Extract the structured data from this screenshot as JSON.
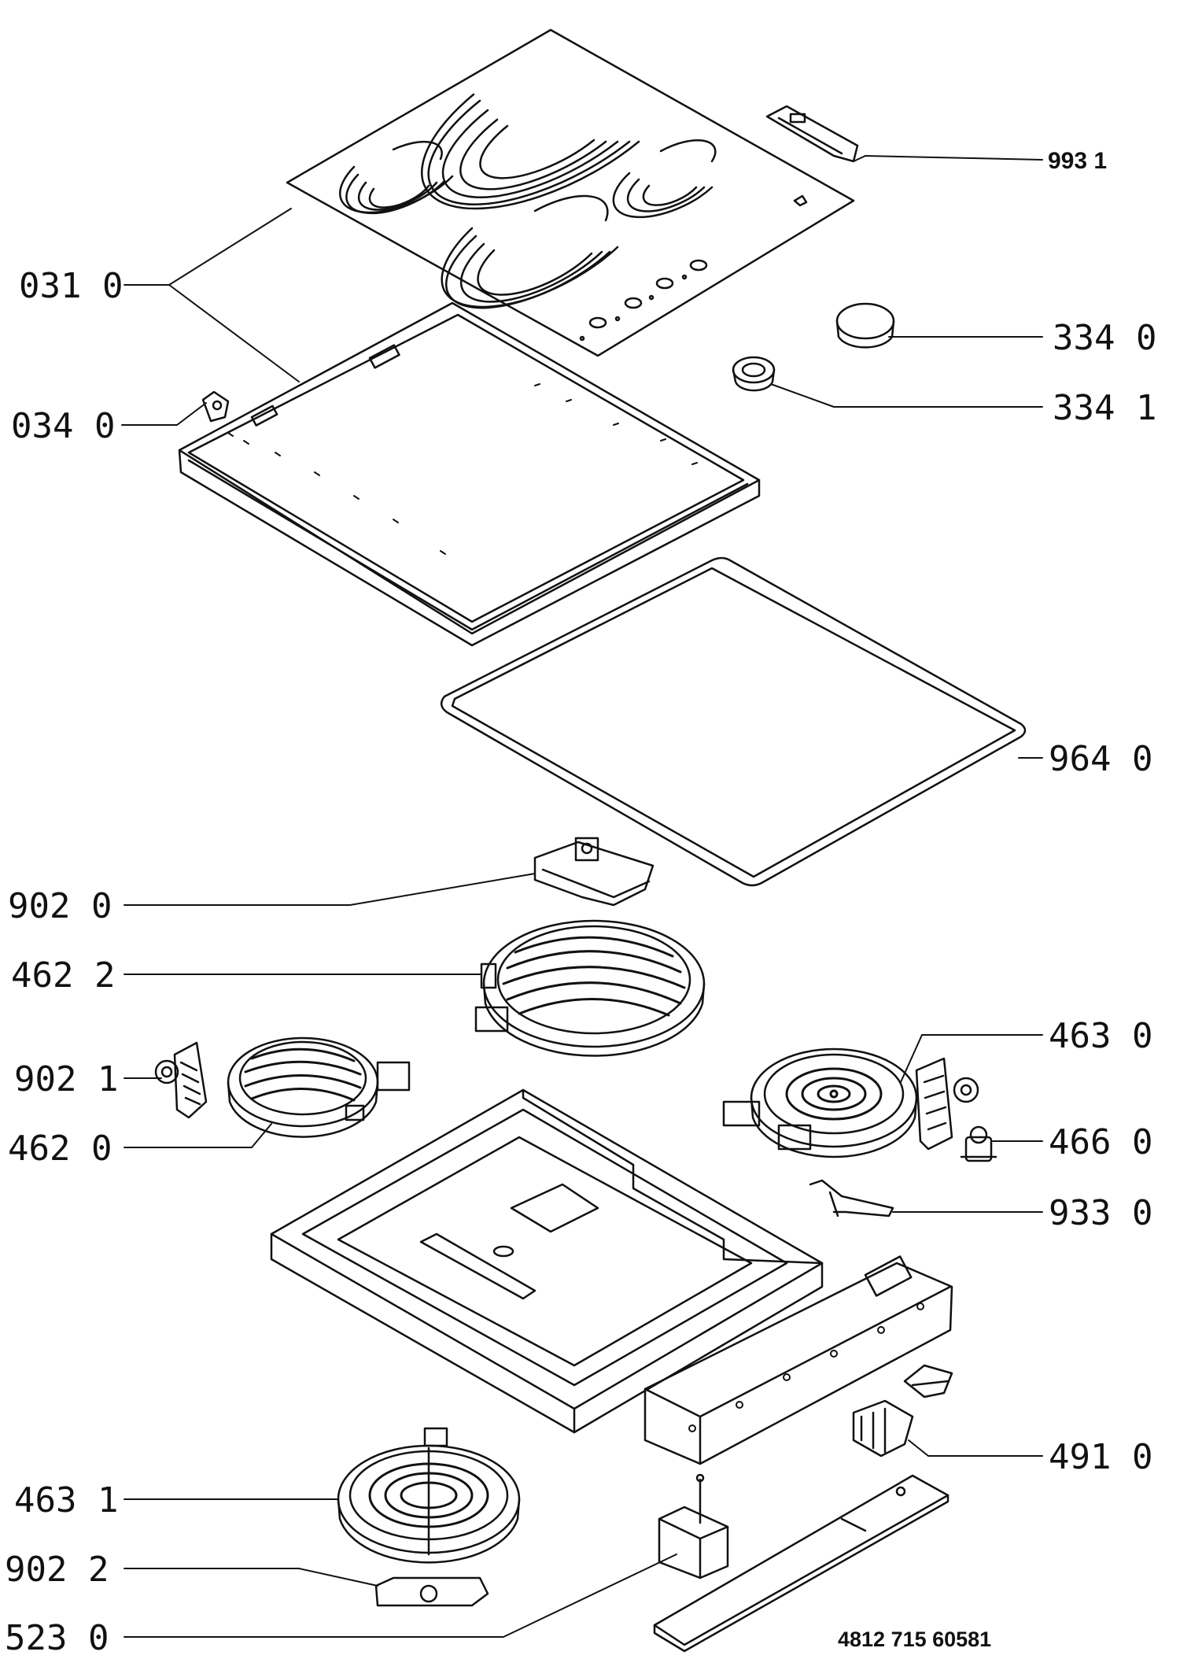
{
  "diagram": {
    "document_number": "4812 715 60581",
    "labels": [
      {
        "id": "993-1",
        "text": "993 1"
      },
      {
        "id": "031-0",
        "text": "031 0"
      },
      {
        "id": "034-0",
        "text": "034 0"
      },
      {
        "id": "334-0",
        "text": "334 0"
      },
      {
        "id": "334-1",
        "text": "334 1"
      },
      {
        "id": "964-0",
        "text": "964 0"
      },
      {
        "id": "902-0",
        "text": "902 0"
      },
      {
        "id": "462-2",
        "text": "462 2"
      },
      {
        "id": "902-1",
        "text": "902 1"
      },
      {
        "id": "462-0",
        "text": "462 0"
      },
      {
        "id": "463-0",
        "text": "463 0"
      },
      {
        "id": "466-0",
        "text": "466 0"
      },
      {
        "id": "933-0",
        "text": "933 0"
      },
      {
        "id": "491-0",
        "text": "491 0"
      },
      {
        "id": "463-1",
        "text": "463 1"
      },
      {
        "id": "902-2",
        "text": "902 2"
      },
      {
        "id": "523-0",
        "text": "523 0"
      }
    ]
  }
}
